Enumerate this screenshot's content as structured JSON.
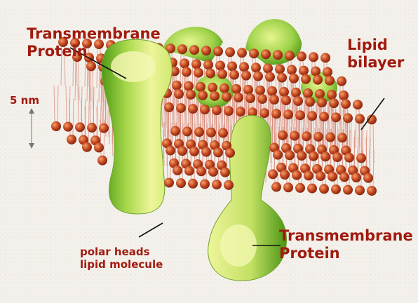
{
  "labels": {
    "protein_top_line1": "Transmembrane",
    "protein_top_line2": "Protein",
    "lipid_line1": "Lipid",
    "lipid_line2": "bilayer",
    "dimension": "5 nm",
    "heads_line1": "polar heads",
    "heads_line2": "lipid molecule",
    "protein_bottom_line1": "Transmembrane",
    "protein_bottom_line2": "Protein"
  },
  "colors": {
    "label": "#a11a0e",
    "head": "#c0441f",
    "head_highlight": "#f08a55",
    "tail": "#d98a7a",
    "protein_light": "#f3f6a4",
    "protein_mid": "#c9e86a",
    "protein_dark": "#58a31c",
    "background": "#f4f1ec"
  }
}
